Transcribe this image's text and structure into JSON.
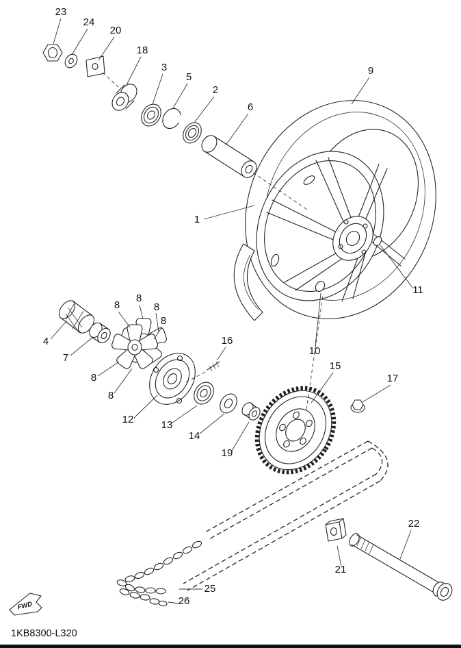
{
  "footer": {
    "code": "1KB8300-L320"
  },
  "fwd": {
    "label": "FWD"
  },
  "labels": [
    {
      "text": "23"
    },
    {
      "text": "24"
    },
    {
      "text": "20"
    },
    {
      "text": "18"
    },
    {
      "text": "3"
    },
    {
      "text": "5"
    },
    {
      "text": "2"
    },
    {
      "text": "6"
    },
    {
      "text": "9"
    },
    {
      "text": "1"
    },
    {
      "text": "11"
    },
    {
      "text": "10"
    },
    {
      "text": "4"
    },
    {
      "text": "7"
    },
    {
      "text": "8"
    },
    {
      "text": "8"
    },
    {
      "text": "8"
    },
    {
      "text": "8"
    },
    {
      "text": "8"
    },
    {
      "text": "8"
    },
    {
      "text": "16"
    },
    {
      "text": "15"
    },
    {
      "text": "17"
    },
    {
      "text": "12"
    },
    {
      "text": "13"
    },
    {
      "text": "14"
    },
    {
      "text": "19"
    },
    {
      "text": "21"
    },
    {
      "text": "22"
    },
    {
      "text": "25"
    },
    {
      "text": "26"
    }
  ]
}
